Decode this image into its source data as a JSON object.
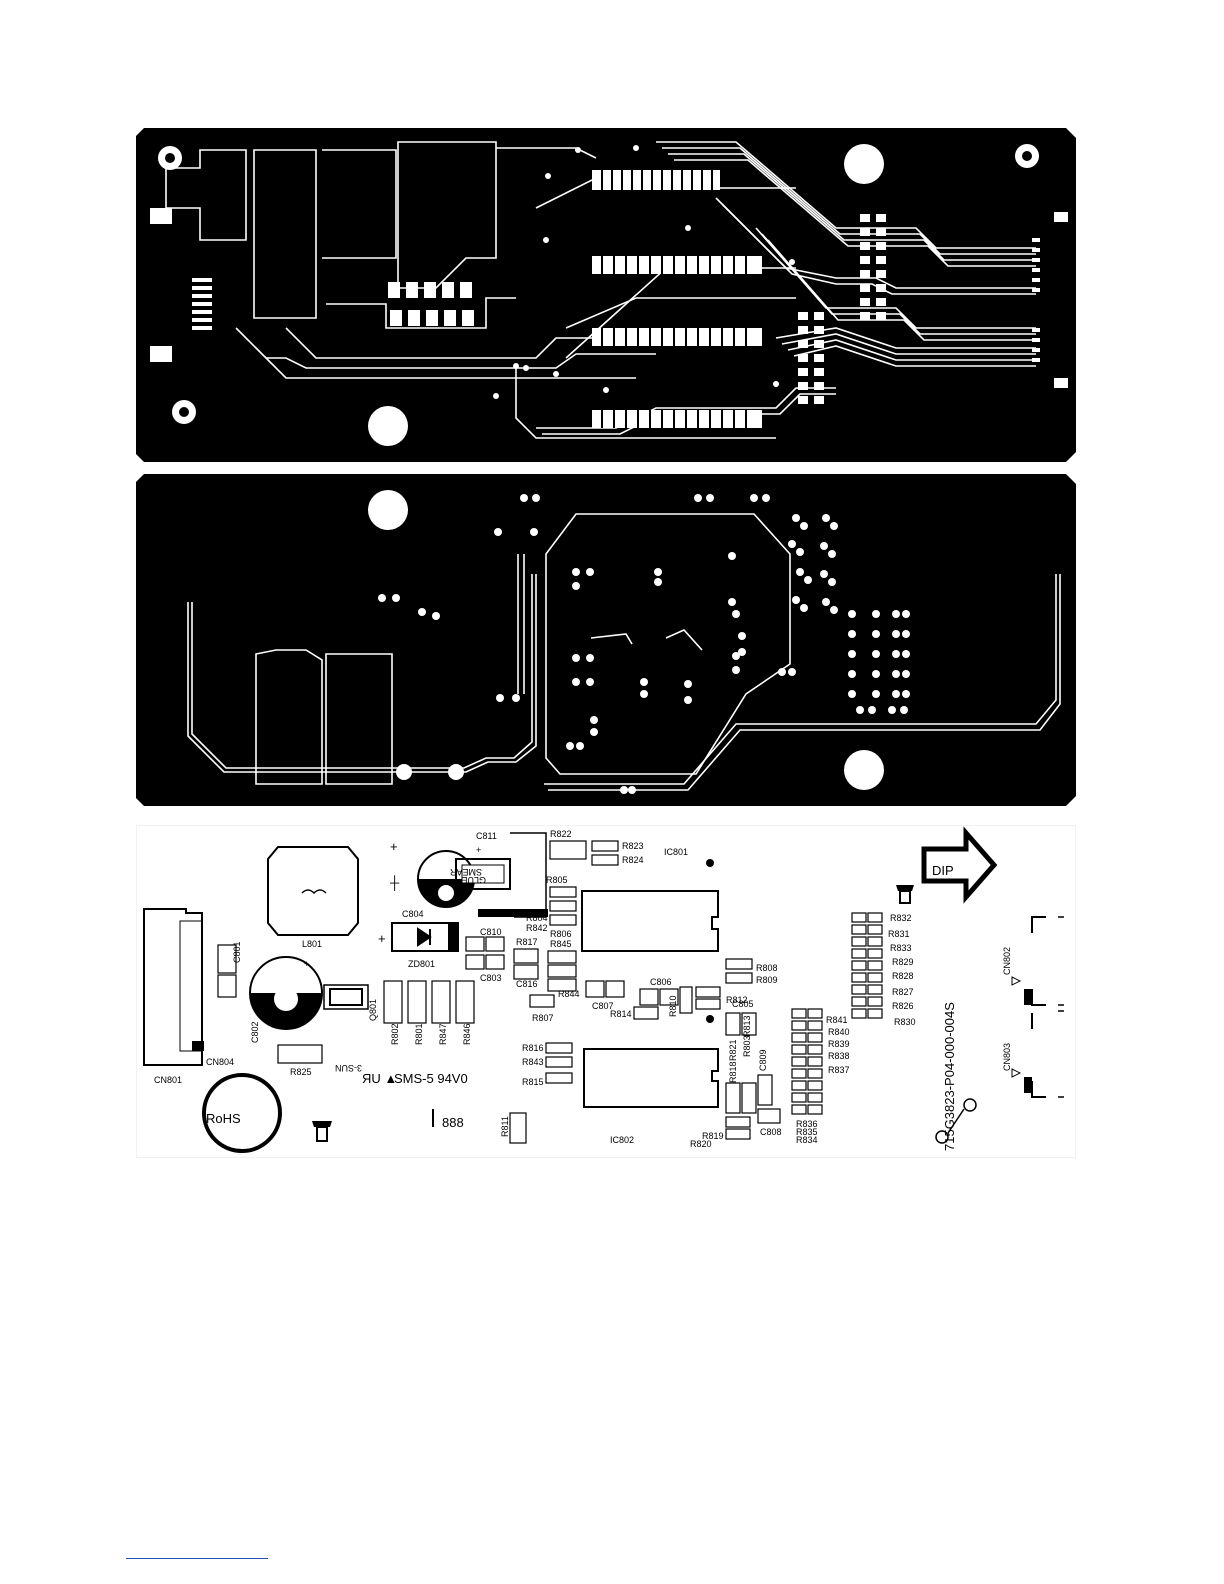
{
  "layers": {
    "top": {
      "name": "top-copper-layer"
    },
    "bottom": {
      "name": "bottom-copper-layer"
    },
    "silk": {
      "name": "silkscreen-layer"
    }
  },
  "silkscreen": {
    "designators": [
      "C811",
      "R822",
      "R823",
      "R824",
      "IC801",
      "L801",
      "C804",
      "ZD801",
      "C810",
      "C803",
      "R817",
      "C816",
      "R806",
      "R845",
      "R805",
      "R804",
      "R842",
      "R844",
      "R807",
      "C807",
      "C806",
      "R814",
      "R810",
      "R812",
      "C805",
      "R808",
      "R809",
      "R832",
      "R831",
      "R833",
      "R829",
      "R828",
      "R827",
      "R826",
      "R830",
      "R841",
      "R840",
      "R839",
      "R838",
      "R837",
      "R836",
      "R835",
      "R834",
      "CN802",
      "CN803",
      "CN801",
      "CN804",
      "C801",
      "C802",
      "Q801",
      "R802",
      "R801",
      "R847",
      "R846",
      "R825",
      "R816",
      "R843",
      "R815",
      "R811",
      "IC802",
      "R818",
      "R821",
      "R803",
      "R813",
      "C809",
      "C808",
      "R819",
      "R820"
    ],
    "marking_text": "SMS-5 94V0",
    "maker_text": "3-SUN",
    "rohs_text": "RoHS",
    "dip_text": "DIP",
    "part_number": "715G3823-P04-000-004S",
    "glue_text": "GLUE",
    "smear_text": "SMEAR",
    "date_code": "888"
  },
  "colors": {
    "copper_fill": "#000000",
    "background": "#ffffff",
    "rule": "#2b4fb0"
  }
}
